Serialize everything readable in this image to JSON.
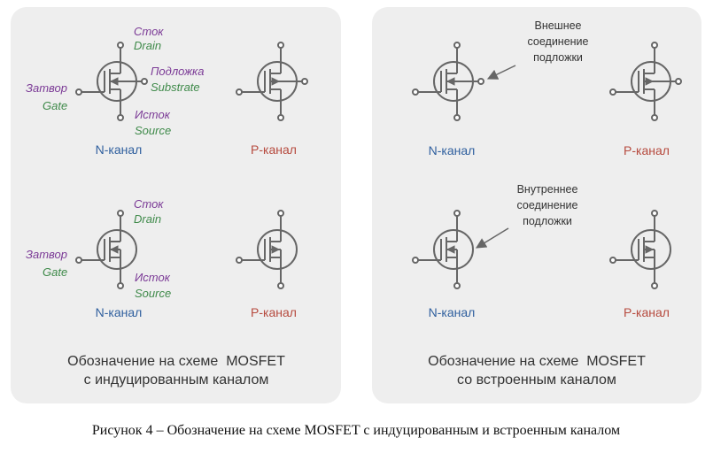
{
  "colors": {
    "panel": "#eeeeee",
    "line": "#666666",
    "purple": "#7b3a96",
    "green": "#3f8a4a",
    "blue": "#2f5f9e",
    "red": "#b64a3e",
    "text": "#333333"
  },
  "panel_left": {
    "top_n": {
      "drain_ru": "Сток",
      "drain_en": "Drain",
      "substrate_ru": "Подложка",
      "substrate_en": "Substrate",
      "gate_ru": "Затвор",
      "gate_en": "Gate",
      "source_ru": "Исток",
      "source_en": "Source",
      "label": "N-канал"
    },
    "top_p": {
      "label": "P-канал"
    },
    "bottom_n": {
      "drain_ru": "Сток",
      "drain_en": "Drain",
      "gate_ru": "Затвор",
      "gate_en": "Gate",
      "source_ru": "Исток",
      "source_en": "Source",
      "label": "N-канал"
    },
    "bottom_p": {
      "label": "P-канал"
    },
    "caption_line1": "Обозначение на схеме  MOSFET",
    "caption_line2": "с индуцированным каналом"
  },
  "panel_right": {
    "top_n": {
      "label": "N-канал"
    },
    "top_p": {
      "label": "P-канал"
    },
    "bottom_n": {
      "label": "N-канал"
    },
    "bottom_p": {
      "label": "P-канал"
    },
    "annotation_external": [
      "Внешнее",
      "соединение",
      "подложки"
    ],
    "annotation_internal": [
      "Внутреннее",
      "соединение",
      "подложки"
    ],
    "caption_line1": "Обозначение на схеме  MOSFET",
    "caption_line2": "со встроенным каналом"
  },
  "figure_caption": "Рисунок 4 – Обозначение на схеме MOSFET с индуцированным и встроенным каналом"
}
